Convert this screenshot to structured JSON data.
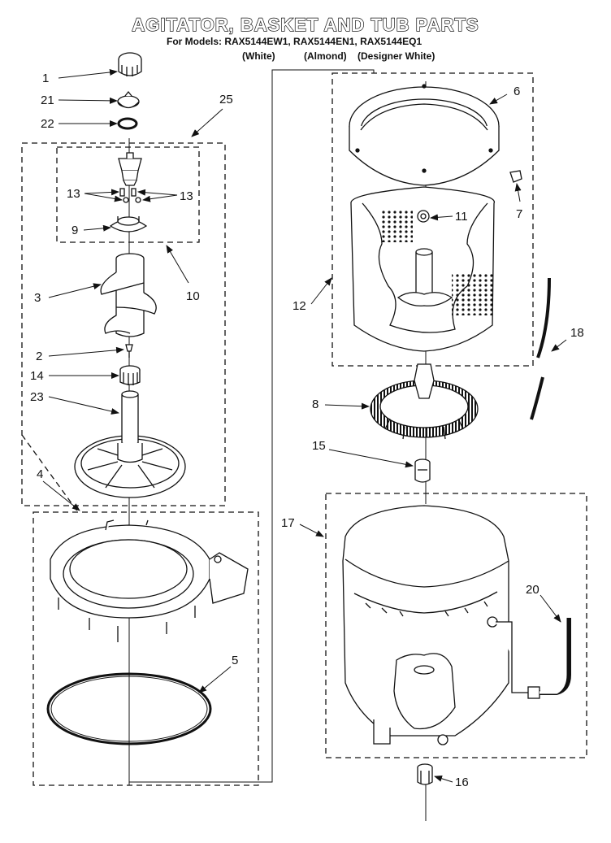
{
  "title": "AGITATOR, BASKET AND TUB PARTS",
  "models_line": "For Models: RAX5144EW1, RAX5144EN1, RAX5144EQ1",
  "variants": [
    "(White)",
    "(Almond)",
    "(Designer White)"
  ],
  "callouts": {
    "c1": "1",
    "c21": "21",
    "c22": "22",
    "c25": "25",
    "c13a": "13",
    "c13b": "13",
    "c9": "9",
    "c10": "10",
    "c3": "3",
    "c2": "2",
    "c14": "14",
    "c23": "23",
    "c4": "4",
    "c5": "5",
    "c6": "6",
    "c7": "7",
    "c11": "11",
    "c12": "12",
    "c18": "18",
    "c8": "8",
    "c15": "15",
    "c17": "17",
    "c20": "20",
    "c16": "16"
  }
}
